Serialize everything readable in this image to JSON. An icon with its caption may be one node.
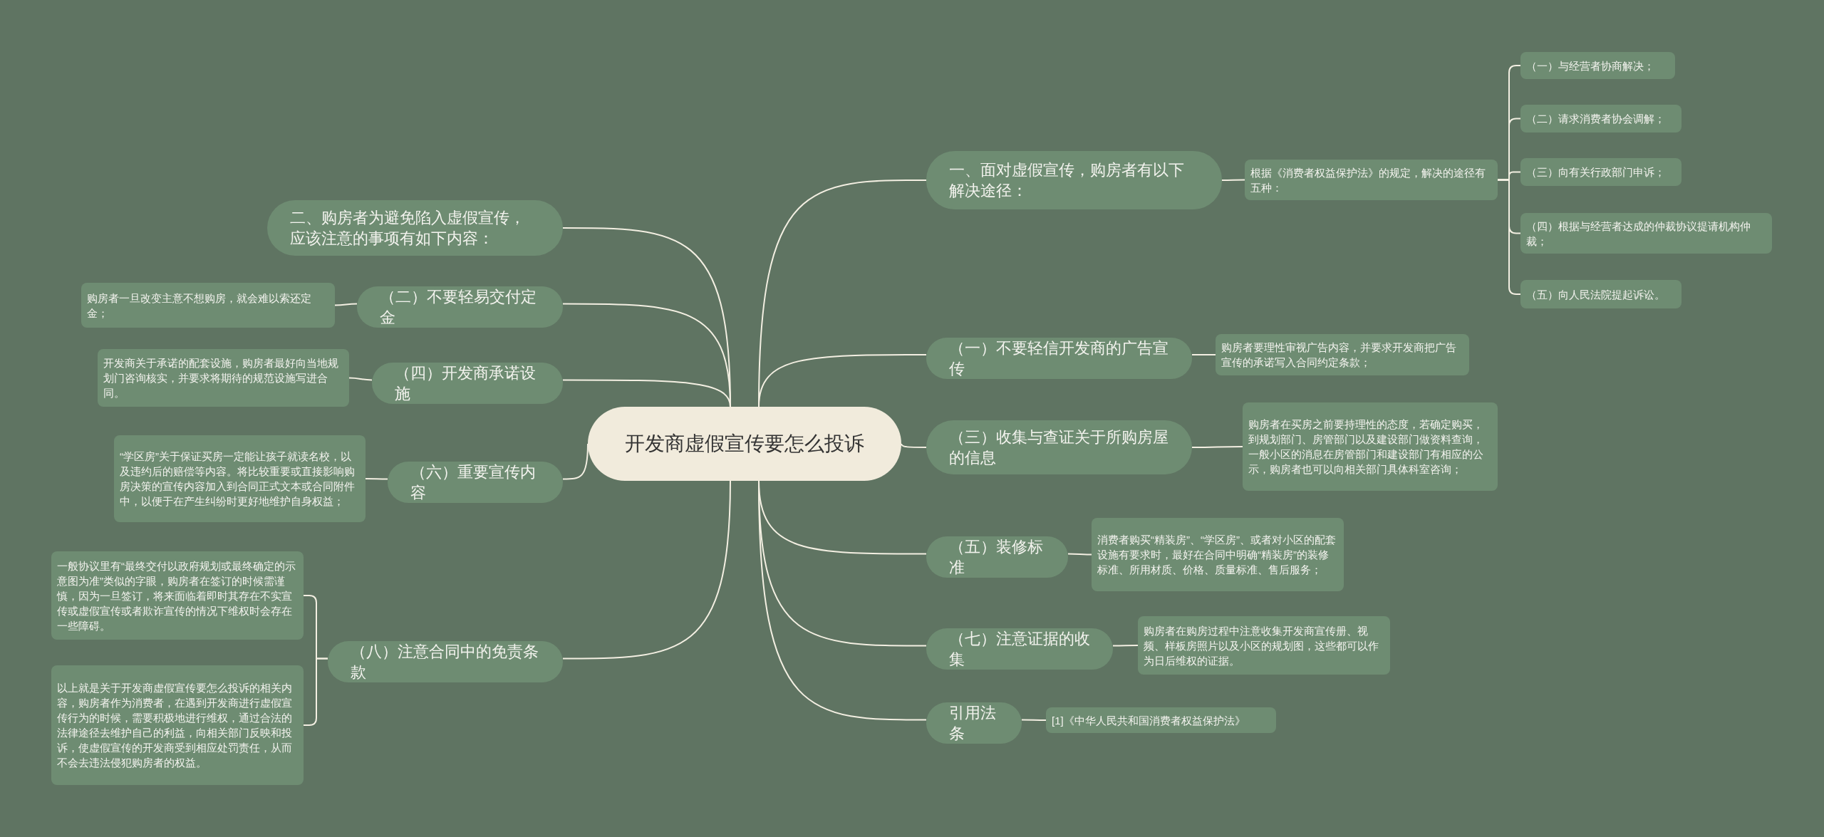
{
  "diagram": {
    "nodes": [
      {
        "text": [
          "开发商虚假宣传要怎么投诉"
        ]
      },
      {
        "text": [
          "一、面对虚假宣传，购房者有以下解决途径："
        ]
      },
      {
        "text": [
          "根据《消费者权益保护法》的规定，解决的途径有五种："
        ]
      },
      {
        "text": [
          "（一）与经营者协商解决；"
        ]
      },
      {
        "text": [
          "（二）请求消费者协会调解；"
        ]
      },
      {
        "text": [
          "（三）向有关行政部门申诉；"
        ]
      },
      {
        "text": [
          "（四）根据与经营者达成的仲裁协议提请机构仲裁；"
        ]
      },
      {
        "text": [
          "（五）向人民法院提起诉讼。"
        ]
      },
      {
        "text": [
          "（一）不要轻信开发商的广告宣传"
        ]
      },
      {
        "text": [
          "购房者要理性审视广告内容，并要求开发商把广告宣传的承诺写入合同约定条款；"
        ]
      },
      {
        "text": [
          "（三）收集与查证关于所购房屋的信息"
        ]
      },
      {
        "text": [
          "购房者在买房之前要持理性的态度，若确定购买，到规划部门、房管部门以及建设部门做资料查询，一般小区的消息在房管部门和建设部门有相应的公示，购房者也可以向相关部门具体科室咨询；"
        ]
      },
      {
        "text": [
          "（五）装修标准"
        ]
      },
      {
        "text": [
          "消费者购买“精装房”、“学区房”、或者对小区的配套设施有要求时，最好在合同中明确“精装房”的装修标准、所用材质、价格、质量标准、售后服务；"
        ]
      },
      {
        "text": [
          "（七）注意证据的收集"
        ]
      },
      {
        "text": [
          "购房者在购房过程中注意收集开发商宣传册、视频、样板房照片以及小区的规划图，这些都可以作为日后维权的证据。"
        ]
      },
      {
        "text": [
          "引用法条"
        ]
      },
      {
        "text": [
          "[1]《中华人民共和国消费者权益保护法》"
        ]
      },
      {
        "text": [
          "二、购房者为避免陷入虚假宣传，应该注意的事项有如下内容："
        ]
      },
      {
        "text": [
          "（二）不要轻易交付定金"
        ]
      },
      {
        "text": [
          "购房者一旦改变主意不想购房，就会难以索还定金；"
        ]
      },
      {
        "text": [
          "（四）开发商承诺设施"
        ]
      },
      {
        "text": [
          "开发商关于承诺的配套设施，购房者最好向当地规划门咨询核实，并要求将期待的规范设施写进合同。"
        ]
      },
      {
        "text": [
          "（六）重要宣传内容"
        ]
      },
      {
        "text": [
          "“学区房”关于保证买房一定能让孩子就读名校，以及违约后的赔偿等内容。将比较重要或直接影响购房决策的宣传内容加入到合同正式文本或合同附件中，以便于在产生纠纷时更好地维护自身权益；"
        ]
      },
      {
        "text": [
          "（八）注意合同中的免责条款"
        ]
      },
      {
        "text": [
          "一般协议里有“最终交付以政府规划或最终确定的示意图为准”类似的字眼，购房者在签订的时候需谨慎，因为一旦签订，将来面临着即时其存在不实宣传或虚假宣传或者欺诈宣传的情况下维权时会存在一些障碍。"
        ]
      },
      {
        "text": [
          "以上就是关于开发商虚假宣传要怎么投诉的相关内容，购房者作为消费者，在遇到开发商进行虚假宣传行为的时候，需要积极地进行维权，通过合法的法律途径去维护自己的利益，向相关部门反映和投诉，使虚假宣传的开发商受到相应处罚责任，从而不会去违法侵犯购房者的权益。"
        ]
      }
    ],
    "edges": [
      {
        "from": 0,
        "to": 1,
        "arrow": "none"
      },
      {
        "from": 1,
        "to": 2,
        "arrow": "none"
      },
      {
        "from": 2,
        "to": 3,
        "arrow": "none"
      },
      {
        "from": 2,
        "to": 4,
        "arrow": "none"
      },
      {
        "from": 2,
        "to": 5,
        "arrow": "none"
      },
      {
        "from": 2,
        "to": 6,
        "arrow": "none"
      },
      {
        "from": 2,
        "to": 7,
        "arrow": "none"
      },
      {
        "from": 0,
        "to": 8,
        "arrow": "none"
      },
      {
        "from": 8,
        "to": 9,
        "arrow": "none"
      },
      {
        "from": 0,
        "to": 10,
        "arrow": "none"
      },
      {
        "from": 10,
        "to": 11,
        "arrow": "none"
      },
      {
        "from": 0,
        "to": 12,
        "arrow": "none"
      },
      {
        "from": 12,
        "to": 13,
        "arrow": "none"
      },
      {
        "from": 0,
        "to": 14,
        "arrow": "none"
      },
      {
        "from": 14,
        "to": 15,
        "arrow": "none"
      },
      {
        "from": 0,
        "to": 16,
        "arrow": "none"
      },
      {
        "from": 16,
        "to": 17,
        "arrow": "none"
      },
      {
        "from": 0,
        "to": 18,
        "arrow": "none"
      },
      {
        "from": 0,
        "to": 19,
        "arrow": "none"
      },
      {
        "from": 19,
        "to": 20,
        "arrow": "none"
      },
      {
        "from": 0,
        "to": 21,
        "arrow": "none"
      },
      {
        "from": 21,
        "to": 22,
        "arrow": "none"
      },
      {
        "from": 0,
        "to": 23,
        "arrow": "none"
      },
      {
        "from": 23,
        "to": 24,
        "arrow": "none"
      },
      {
        "from": 0,
        "to": 25,
        "arrow": "none"
      },
      {
        "from": 25,
        "to": 26,
        "arrow": "none"
      },
      {
        "from": 25,
        "to": 27,
        "arrow": "none"
      }
    ]
  }
}
